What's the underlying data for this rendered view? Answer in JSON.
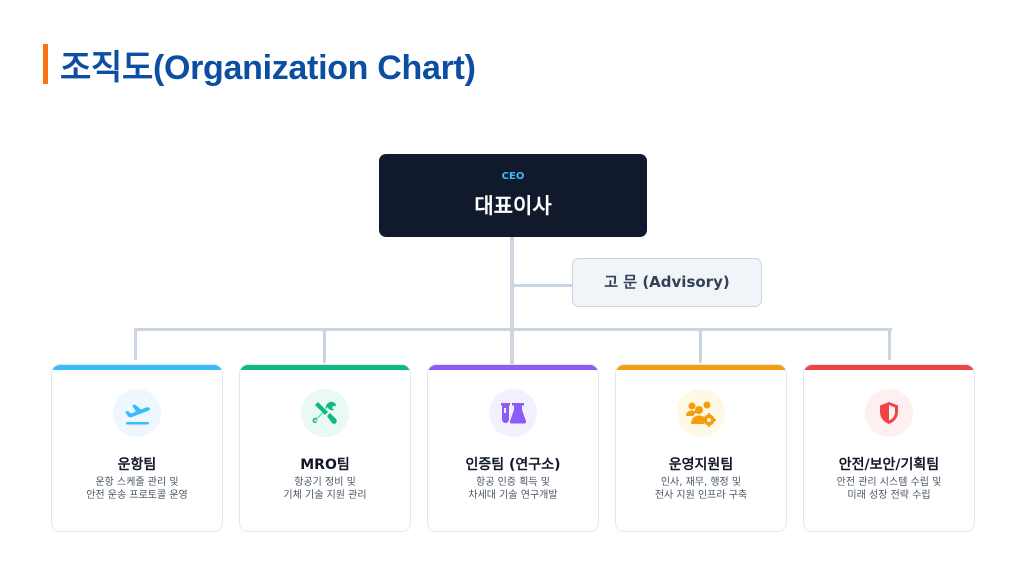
{
  "page": {
    "title": "조직도(Organization Chart)",
    "accent_color": "#f97316",
    "title_color": "#0b4ea2"
  },
  "ceo": {
    "label": "CEO",
    "name": "대표이사",
    "bg_color": "#111a2c",
    "label_color": "#38bdf8"
  },
  "advisory": {
    "label": "고 문 (Advisory)"
  },
  "teams": [
    {
      "name": "운항팀",
      "description": "운항 스케줄 관리 및\n안전 운송 프로토콜 운영",
      "icon": "airplane-departure-icon",
      "color": "#38bdf8",
      "icon_bg": "#eef7fe"
    },
    {
      "name": "MRO팀",
      "description": "항공기 정비 및\n기체 기술 지원 관리",
      "icon": "tools-icon",
      "color": "#10b981",
      "icon_bg": "#e8faf2"
    },
    {
      "name": "인증팀 (연구소)",
      "description": "항공 인증 획득 및\n차세대 기술 연구개발",
      "icon": "flask-icon",
      "color": "#8b5cf6",
      "icon_bg": "#f3f0ff"
    },
    {
      "name": "운영지원팀",
      "description": "인사, 재무, 행정 및\n전사 지원 인프라 구축",
      "icon": "users-cog-icon",
      "color": "#f59e0b",
      "icon_bg": "#fef8e7"
    },
    {
      "name": "안전/보안/기획팀",
      "description": "안전 관리 시스템 수립 및\n미래 성장 전략 수립",
      "icon": "shield-icon",
      "color": "#ef4444",
      "icon_bg": "#fef0f0"
    }
  ]
}
